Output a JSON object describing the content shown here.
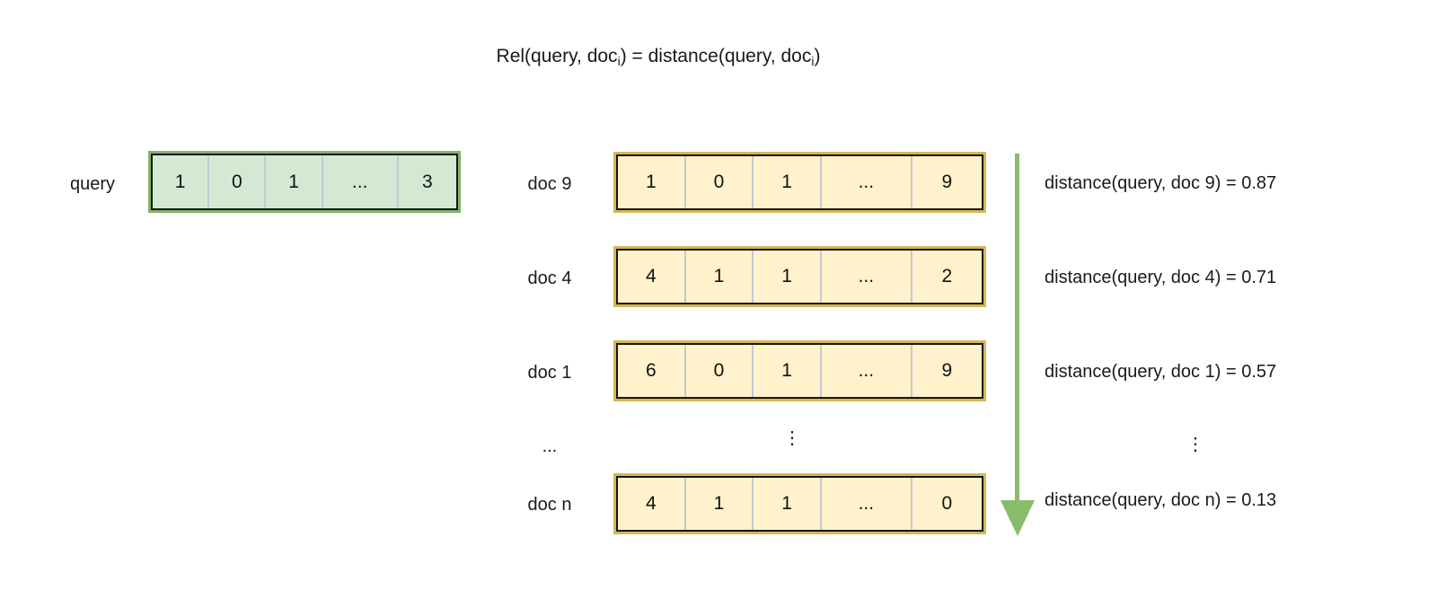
{
  "title": {
    "part1": "Rel(query, doc",
    "sub1": "i",
    "part2": ") = distance(query, doc",
    "sub2": "i",
    "part3": ")"
  },
  "query": {
    "label": "query",
    "cells": [
      "1",
      "0",
      "1",
      "...",
      "3"
    ]
  },
  "docs": [
    {
      "label": "doc 9",
      "cells": [
        "1",
        "0",
        "1",
        "...",
        "9"
      ],
      "distance": "distance(query, doc 9) = 0.87"
    },
    {
      "label": "doc 4",
      "cells": [
        "4",
        "1",
        "1",
        "...",
        "2"
      ],
      "distance": "distance(query, doc 4) = 0.71"
    },
    {
      "label": "doc 1",
      "cells": [
        "6",
        "0",
        "1",
        "...",
        "9"
      ],
      "distance": "distance(query, doc 1) = 0.57"
    },
    {
      "label": "doc n",
      "cells": [
        "4",
        "1",
        "1",
        "...",
        "0"
      ],
      "distance": "distance(query, doc n) = 0.13"
    }
  ],
  "ellipsis_row": {
    "label": "...",
    "vector_dots": "⋮",
    "distance_dots": "⋮"
  },
  "colors": {
    "query_border": "#82b366",
    "query_fill": "#d5e8d4",
    "doc_border": "#d6b656",
    "doc_fill": "#fff2cc",
    "arrow": "#8abc6c",
    "cell_divider": "#c6c9d1"
  }
}
